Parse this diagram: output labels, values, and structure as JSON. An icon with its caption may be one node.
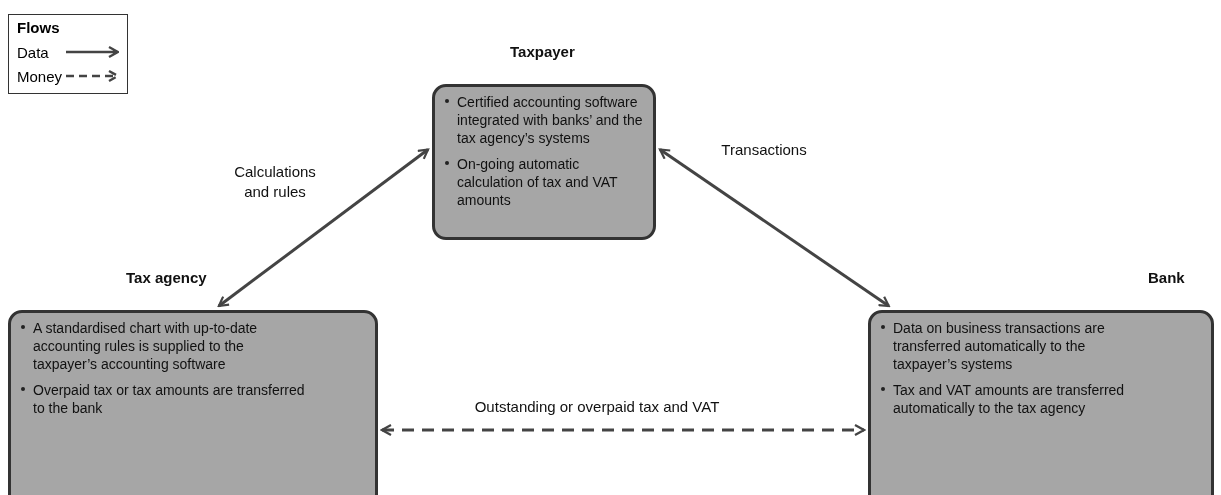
{
  "diagram": {
    "nodes": [
      {
        "text": [
          "Taxpayer",
          "Certified accounting software integrated with banks’ and the tax agency’s systems",
          "On-going automatic calculation of tax and VAT amounts"
        ]
      },
      {
        "text": [
          "Tax agency",
          "A standardised chart with up-to-date accounting rules is supplied to the taxpayer’s accounting software",
          "Overpaid tax or tax amounts are transferred to the bank"
        ]
      },
      {
        "text": [
          "Bank",
          "Data on business transactions are transferred automatically to the taxpayer’s systems",
          "Tax and VAT amounts are transferred automatically to the tax agency"
        ]
      }
    ],
    "edges": [
      {
        "from": 0,
        "to": 1,
        "arrow": "both",
        "label": "Calculations and rules"
      },
      {
        "from": 0,
        "to": 2,
        "arrow": "both",
        "label": "Transactions"
      },
      {
        "from": 1,
        "to": 2,
        "arrow": "both",
        "label": "Outstanding or overpaid tax and VAT",
        "style": "dashed"
      }
    ],
    "labels": [
      "Flows"
    ],
    "legend": [
      {
        "text": "Data"
      },
      {
        "text": "Money"
      }
    ]
  }
}
